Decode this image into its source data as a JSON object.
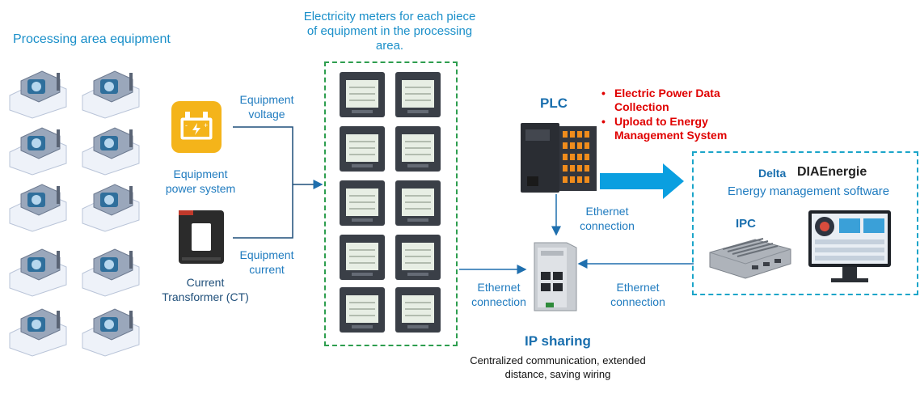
{
  "labels": {
    "processing_area": "Processing area equipment",
    "meters_title": "Electricity meters for each piece of equipment in the processing area.",
    "equipment_power_system": "Equipment power system",
    "current_transformer": "Current Transformer (CT)",
    "equipment_voltage": "Equipment voltage",
    "equipment_current": "Equipment current",
    "plc": "PLC",
    "bullet_1": "Electric Power Data Collection",
    "bullet_2": "Upload to Energy Management System",
    "ethernet_plc": "Ethernet connection",
    "ethernet_left": "Ethernet connection",
    "ethernet_right": "Ethernet connection",
    "ip_sharing": "IP sharing",
    "ip_sharing_desc": "Centralized communication, extended distance, saving wiring",
    "delta": "Delta",
    "diaenergie": "DIAEnergie",
    "energy_software": "Energy management software",
    "ipc": "IPC"
  },
  "icons": {
    "machine": "cnc-machine-icon",
    "power": "battery-power-icon",
    "ct": "current-transformer-icon",
    "meter": "power-meter-icon",
    "plc": "plc-controller-icon",
    "switch": "ethernet-switch-icon",
    "ipc": "industrial-pc-icon",
    "monitor": "monitor-icon"
  },
  "colors": {
    "label_blue": "#1f7bbf",
    "title_blue": "#1a8fc9",
    "accent_red": "#e00000",
    "meter_group_border": "#2e9e4f",
    "software_group_border": "#1ba5c9",
    "power_icon": "#f2b21a",
    "arrow_blue": "#0a9fe0"
  }
}
